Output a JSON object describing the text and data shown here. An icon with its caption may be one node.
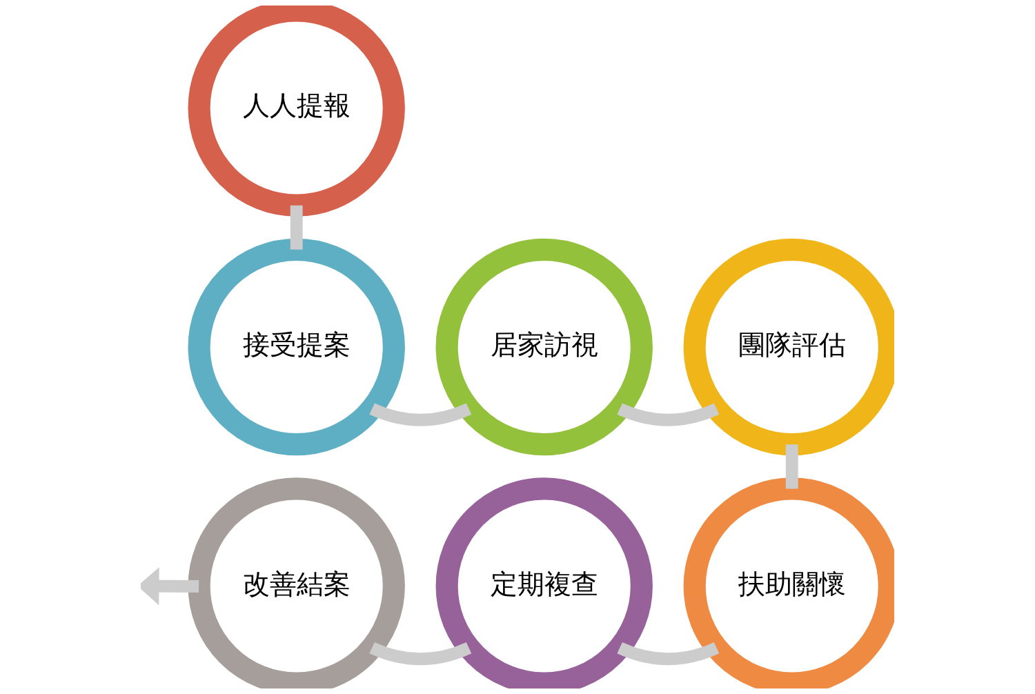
{
  "diagram": {
    "nodes": [
      {
        "text": [
          "人人提報"
        ]
      },
      {
        "text": [
          "接受提案"
        ]
      },
      {
        "text": [
          "居家訪視"
        ]
      },
      {
        "text": [
          "團隊評估"
        ]
      },
      {
        "text": [
          "扶助關懷"
        ]
      },
      {
        "text": [
          "定期複查"
        ]
      },
      {
        "text": [
          "改善結案"
        ]
      }
    ],
    "edges": [
      {
        "from": 0,
        "to": 1,
        "arrow": "none"
      },
      {
        "from": 1,
        "to": 2,
        "arrow": "none"
      },
      {
        "from": 2,
        "to": 3,
        "arrow": "none"
      },
      {
        "from": 3,
        "to": 4,
        "arrow": "none"
      },
      {
        "from": 4,
        "to": 5,
        "arrow": "none"
      },
      {
        "from": 5,
        "to": 6,
        "arrow": "none"
      },
      {
        "from": 6,
        "to": null,
        "arrow": "to"
      }
    ]
  }
}
